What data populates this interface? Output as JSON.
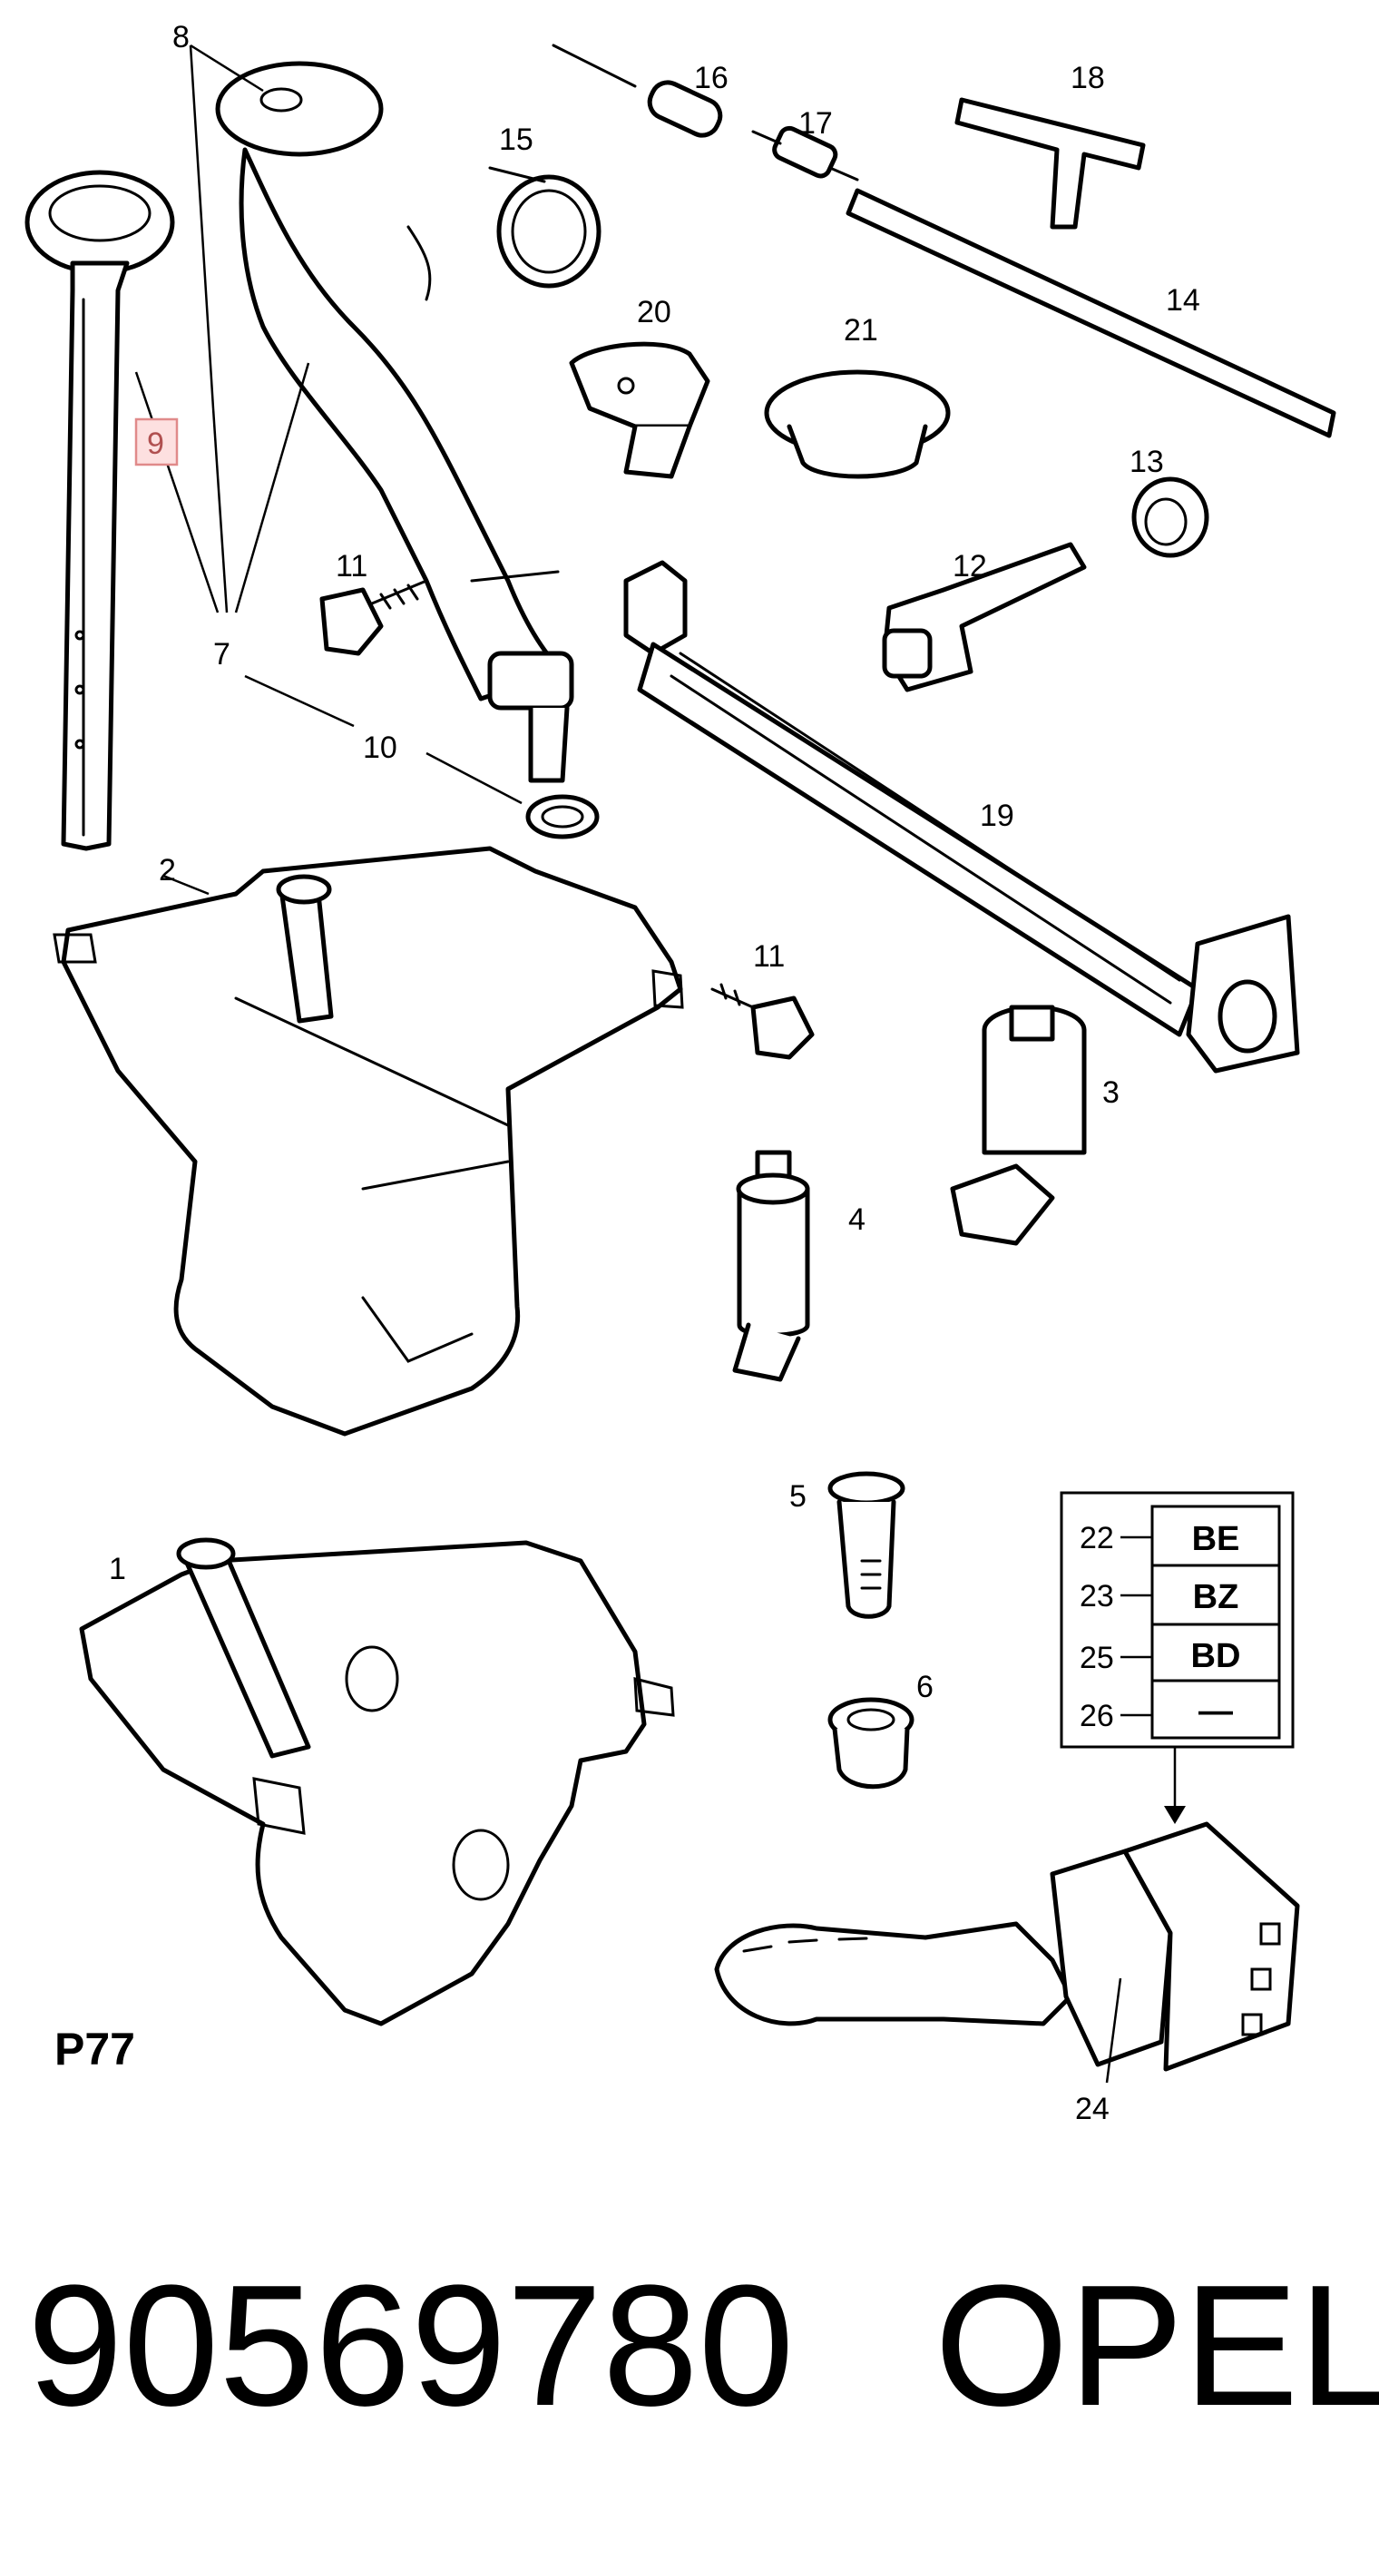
{
  "callouts": {
    "c1": "1",
    "c2": "2",
    "c3": "3",
    "c4": "4",
    "c5": "5",
    "c6": "6",
    "c7": "7",
    "c8": "8",
    "c9": "9",
    "c10": "10",
    "c11a": "11",
    "c11b": "11",
    "c12": "12",
    "c13": "13",
    "c14": "14",
    "c15": "15",
    "c16": "16",
    "c17": "17",
    "c18": "18",
    "c19": "19",
    "c20": "20",
    "c21": "21",
    "c24": "24"
  },
  "legend": {
    "rows": [
      {
        "num": "22",
        "code": "BE"
      },
      {
        "num": "23",
        "code": "BZ"
      },
      {
        "num": "25",
        "code": "BD"
      },
      {
        "num": "26",
        "code": "—"
      }
    ]
  },
  "reference": "P77",
  "part_number": "90569780",
  "brand": "OPEL",
  "colors": {
    "highlight_fill": "#fde0e0",
    "highlight_stroke": "#e08a8a"
  }
}
